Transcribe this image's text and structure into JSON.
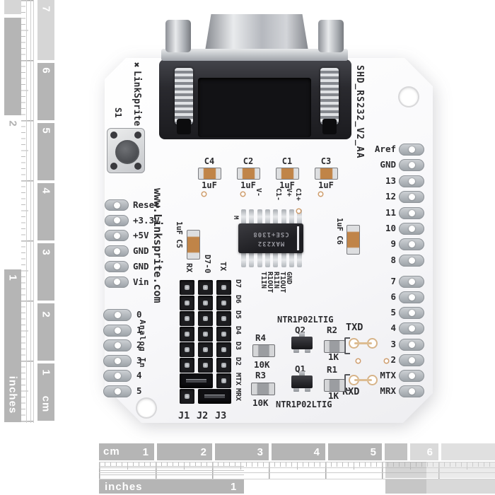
{
  "photo": {
    "board": {
      "silkscreen": {
        "logo_glyph": "✖",
        "brand": "LinkSprite",
        "model": "SHD_RS232_V2_AA",
        "url": "www.Linksprite.com",
        "button": "S1",
        "analog_label": "Analog In",
        "ic_mark": "M"
      },
      "pins": {
        "left_power": [
          "Reset",
          "+3.3V",
          "+5V",
          "GND",
          "GND",
          "Vin"
        ],
        "left_analog": [
          "0",
          "1",
          "2",
          "3",
          "4",
          "5"
        ],
        "right_top": [
          "Aref",
          "GND",
          "13",
          "12",
          "11",
          "10",
          "9",
          "8"
        ],
        "right_bottom": [
          "7",
          "6",
          "5",
          "4",
          "3",
          "2",
          "MTX",
          "MRX"
        ]
      },
      "capacitors": {
        "row": [
          {
            "name": "C4",
            "value": "1uF"
          },
          {
            "name": "C2",
            "value": "1uF"
          },
          {
            "name": "C1",
            "value": "1uF"
          },
          {
            "name": "C3",
            "value": "1uF"
          }
        ],
        "c5": "1uF C5",
        "c6": "1uF C6"
      },
      "ic": {
        "line1": "MAX232",
        "line2": "CSE+1308",
        "labels_top": [
          "V-",
          "C1-",
          "V+",
          "C1+"
        ],
        "labels_bottom": [
          "T1IN",
          "R1OUT",
          "R1IN",
          "T1OUT",
          "GND"
        ]
      },
      "header": {
        "col_labels": [
          "RX",
          "D7-0",
          "TX"
        ],
        "row_labels": [
          "D7",
          "D6",
          "D5",
          "D4",
          "D3",
          "D2",
          "MTX",
          "MRX"
        ],
        "jumpers": [
          "J1",
          "J2",
          "J3"
        ]
      },
      "mosfets": {
        "part_top": "NTR1P02LTIG",
        "part_bottom": "NTR1P02LTIG",
        "q2": "Q2",
        "q1": "Q1"
      },
      "resistors": [
        {
          "name": "R4",
          "value": "10K"
        },
        {
          "name": "R3",
          "value": "10K"
        },
        {
          "name": "R2",
          "value": "1K"
        },
        {
          "name": "R1",
          "value": "1K"
        }
      ],
      "solder_jumpers": {
        "txd": "TXD",
        "rxd": "RXD"
      }
    },
    "rulers": {
      "left": {
        "cm_unit": "cm",
        "cm_numbers": [
          "7",
          "6",
          "5",
          "4",
          "3",
          "2",
          "1"
        ],
        "inch_unit": "inches",
        "inch_numbers": [
          "2",
          "1"
        ]
      },
      "bottom": {
        "cm_unit": "cm",
        "cm_numbers": [
          "1",
          "2",
          "3",
          "4",
          "5",
          "6"
        ],
        "inch_unit": "inches",
        "inch_numbers": [
          "1"
        ]
      }
    },
    "colors": {
      "ruler_gray": "#b5b5b5",
      "ruler_light": "#d9d9d9",
      "silk_text": "#2b2b2e",
      "pad_silver": "#a8adb2",
      "cap_body": "#c08448",
      "board_white": "#f9f9fb"
    }
  }
}
